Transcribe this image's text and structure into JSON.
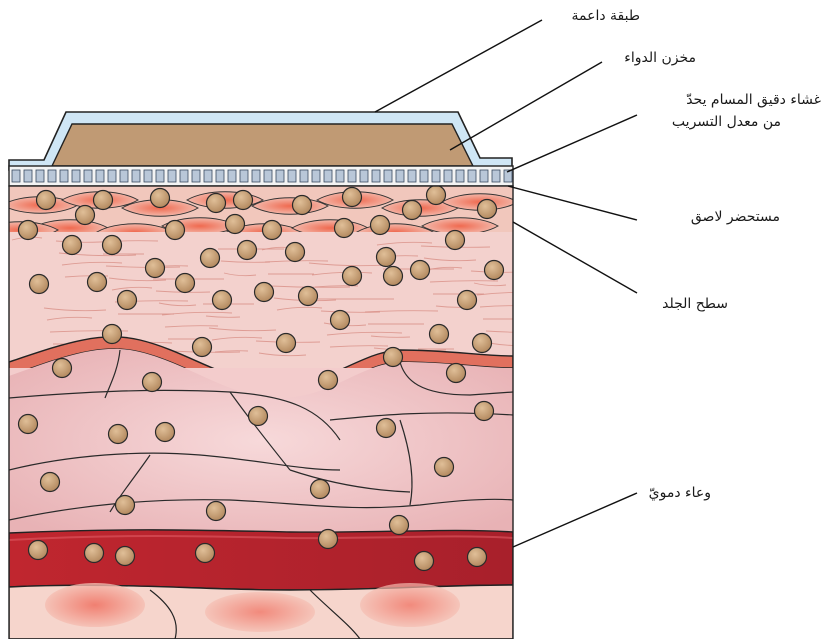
{
  "labels": {
    "backing_layer": "طبقة داعمة",
    "drug_reservoir": "مخزن الدواء",
    "membrane_line1": "غشاء دقيق المسام يحدّ",
    "membrane_line2": "من معدل التسريب",
    "adhesive": "مستحضر لاصق",
    "skin_surface": "سطح الجلد",
    "blood_vessel": "وعاء دمويّ"
  },
  "colors": {
    "backing": "#cfe6f5",
    "reservoir": "#c09a74",
    "membrane": "#b9c7d8",
    "adhesive_layer": "#d95a45",
    "dermis": "#f2c9c3",
    "fiber": "#d88f86",
    "deep_tissue": "#f0c2c0",
    "vessel": "#c12a36",
    "drug_particle": "#c49a72"
  }
}
